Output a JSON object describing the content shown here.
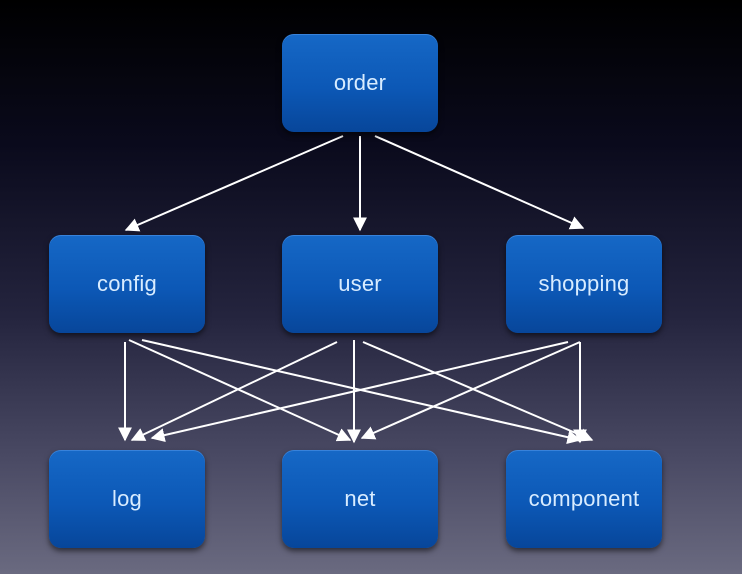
{
  "diagram": {
    "title": "",
    "nodes": [
      {
        "id": "order",
        "label": "order",
        "level": 0,
        "column": 1
      },
      {
        "id": "config",
        "label": "config",
        "level": 1,
        "column": 0
      },
      {
        "id": "user",
        "label": "user",
        "level": 1,
        "column": 1
      },
      {
        "id": "shopping",
        "label": "shopping",
        "level": 1,
        "column": 2
      },
      {
        "id": "log",
        "label": "log",
        "level": 2,
        "column": 0
      },
      {
        "id": "net",
        "label": "net",
        "level": 2,
        "column": 1
      },
      {
        "id": "component",
        "label": "component",
        "level": 2,
        "column": 2
      }
    ],
    "edges": [
      {
        "from": "order",
        "to": "config"
      },
      {
        "from": "order",
        "to": "user"
      },
      {
        "from": "order",
        "to": "shopping"
      },
      {
        "from": "config",
        "to": "log"
      },
      {
        "from": "config",
        "to": "net"
      },
      {
        "from": "config",
        "to": "component"
      },
      {
        "from": "user",
        "to": "log"
      },
      {
        "from": "user",
        "to": "net"
      },
      {
        "from": "user",
        "to": "component"
      },
      {
        "from": "shopping",
        "to": "log"
      },
      {
        "from": "shopping",
        "to": "net"
      },
      {
        "from": "shopping",
        "to": "component"
      }
    ],
    "colors": {
      "node_fill": "#0c58b6",
      "node_text": "#d8ecff",
      "edge": "#ffffff"
    }
  }
}
